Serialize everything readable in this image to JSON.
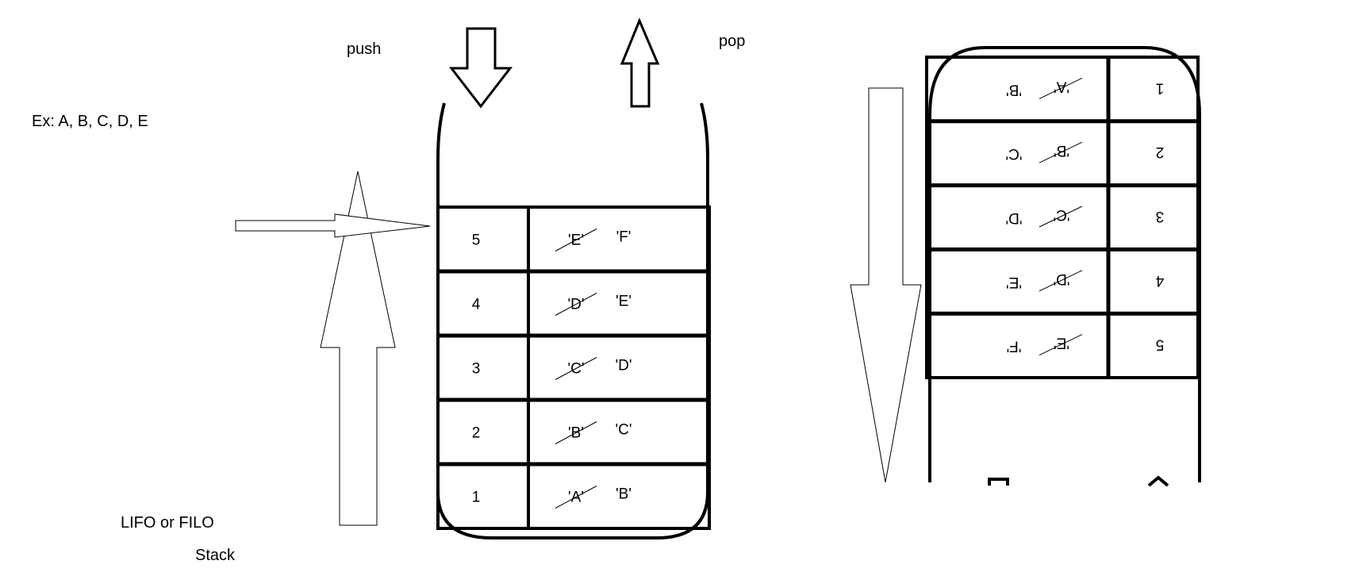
{
  "labels": {
    "push": "push",
    "pop": "pop",
    "example": "Ex: A, B, C, D, E",
    "lifo": "LIFO or FILO",
    "stack": "Stack"
  },
  "left_stack": {
    "rows": [
      {
        "index": "5",
        "crossed": "'E'",
        "value": "'F'"
      },
      {
        "index": "4",
        "crossed": "'D'",
        "value": "'E'"
      },
      {
        "index": "3",
        "crossed": "'C'",
        "value": "'D'"
      },
      {
        "index": "2",
        "crossed": "'B'",
        "value": "'C'"
      },
      {
        "index": "1",
        "crossed": "'A'",
        "value": "'B'"
      }
    ]
  },
  "right_stack": {
    "rows": [
      {
        "index": "1",
        "crossed": "'A'",
        "value": "'B'"
      },
      {
        "index": "2",
        "crossed": "'B'",
        "value": "'C'"
      },
      {
        "index": "3",
        "crossed": "'C'",
        "value": "'D'"
      },
      {
        "index": "4",
        "crossed": "'D'",
        "value": "'E'"
      },
      {
        "index": "5",
        "crossed": "'E'",
        "value": "'F'"
      }
    ]
  }
}
